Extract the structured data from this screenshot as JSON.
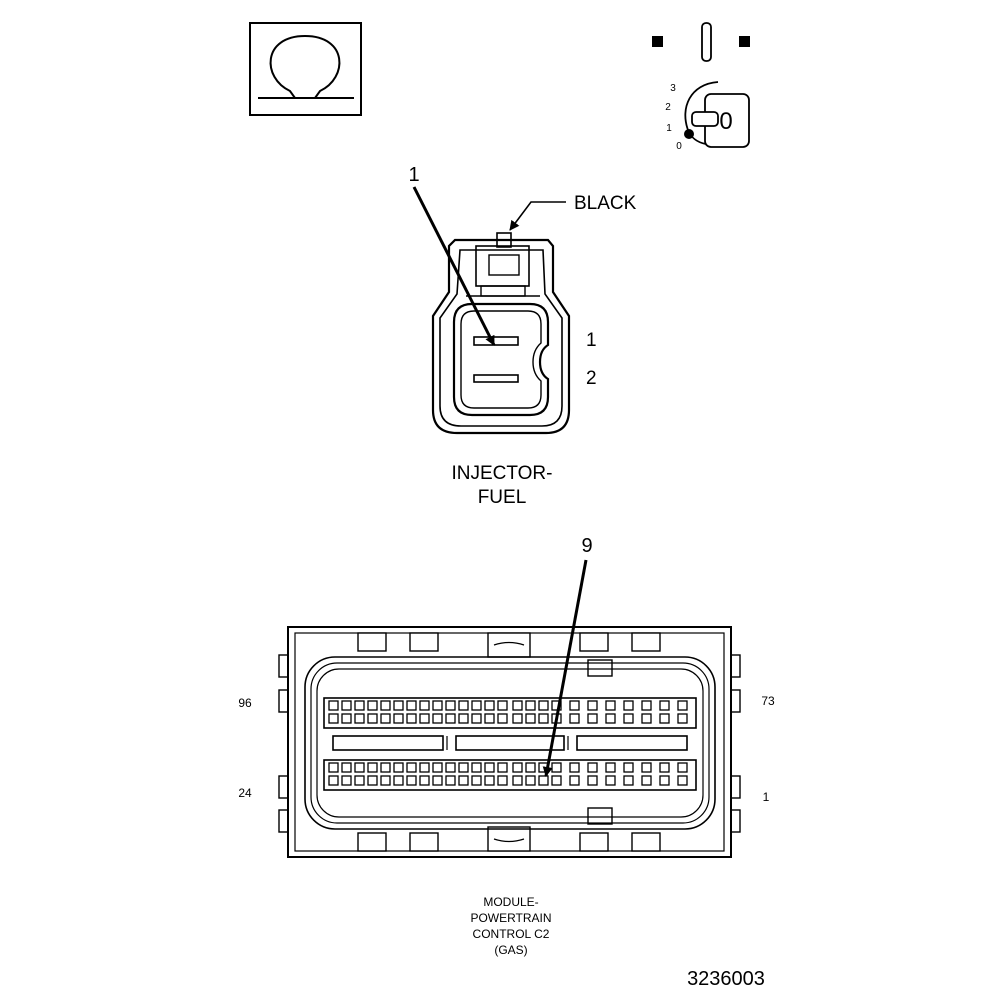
{
  "colors": {
    "line": "#000000",
    "background": "#ffffff",
    "pin_fill": "#ffffff"
  },
  "symbols": {
    "ohmmeter": "ohm-icon",
    "ignition": "ignition-key-icon",
    "key_text": "0",
    "key_positions": [
      "3",
      "2",
      "1",
      "0"
    ]
  },
  "injector": {
    "callout_number": "1",
    "color_label": "BLACK",
    "pin_labels": [
      "1",
      "2"
    ],
    "name_line1": "INJECTOR-",
    "name_line2": "FUEL"
  },
  "pcm": {
    "callout_number": "9",
    "corner_labels": {
      "top_left": "96",
      "top_right": "73",
      "bottom_left": "24",
      "bottom_right": "1"
    },
    "name_lines": [
      "MODULE-",
      "POWERTRAIN",
      "CONTROL C2",
      "(GAS)"
    ]
  },
  "figure_number": "3236003"
}
